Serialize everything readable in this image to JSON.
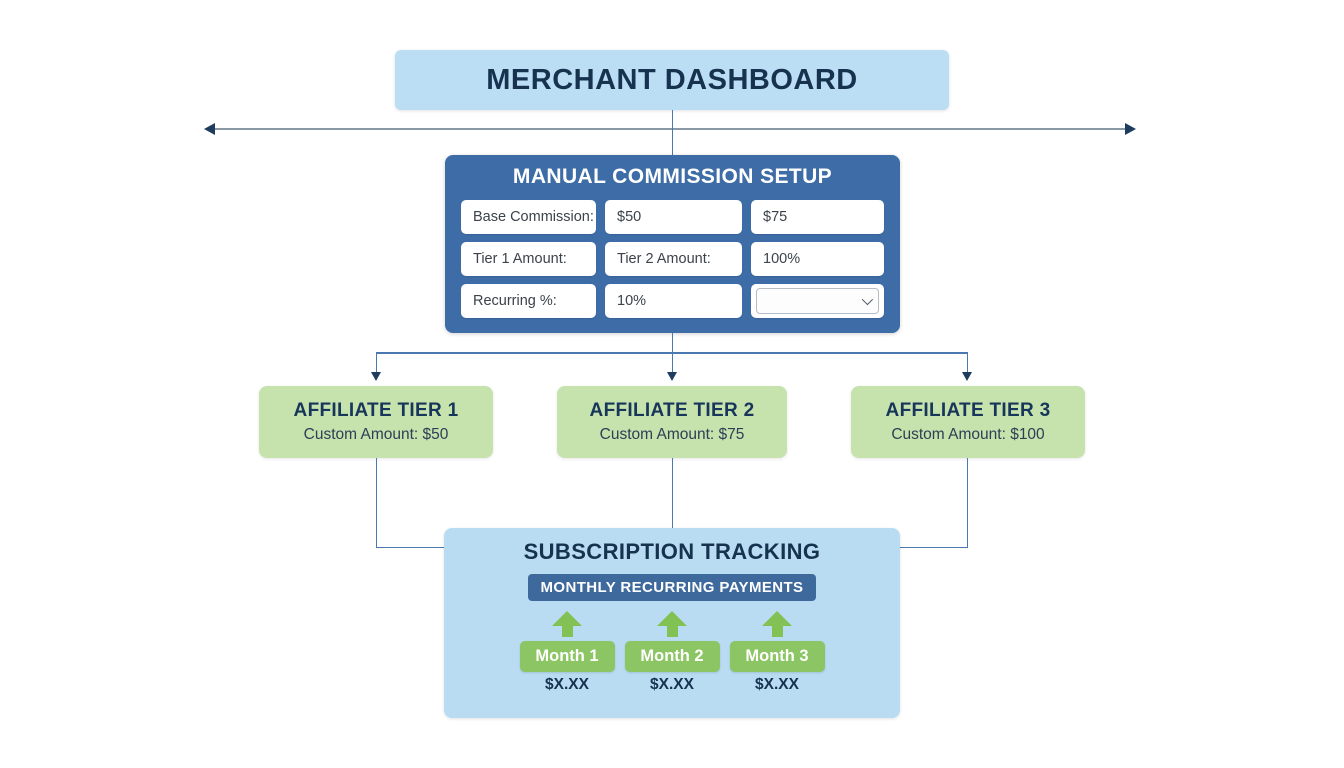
{
  "merchant_dashboard": {
    "title": "MERCHANT DASHBOARD"
  },
  "commission_setup": {
    "title": "MANUAL COMMISSION SETUP",
    "rows": [
      {
        "cells": [
          "Base Commission:",
          "$50",
          "$75"
        ]
      },
      {
        "cells": [
          "Tier 1 Amount:",
          "Tier 2 Amount:",
          "100%"
        ]
      },
      {
        "cells": [
          "Recurring %:",
          "10%"
        ]
      }
    ],
    "recurring_select": {
      "value": ""
    }
  },
  "tiers": [
    {
      "title": "AFFILIATE TIER 1",
      "subtitle": "Custom Amount: $50"
    },
    {
      "title": "AFFILIATE TIER 2",
      "subtitle": "Custom Amount: $75"
    },
    {
      "title": "AFFILIATE TIER 3",
      "subtitle": "Custom Amount: $100"
    }
  ],
  "subscription": {
    "title": "SUBSCRIPTION TRACKING",
    "badge": "MONTHLY RECURRING PAYMENTS",
    "months": [
      {
        "label": "Month 1",
        "amount": "$X.XX"
      },
      {
        "label": "Month 2",
        "amount": "$X.XX"
      },
      {
        "label": "Month 3",
        "amount": "$X.XX"
      }
    ]
  },
  "colors": {
    "light_blue_box": "#bcdef4",
    "subscription_box": "#b9dcf2",
    "dark_blue_box": "#3d6ca6",
    "badge_blue": "#3e699c",
    "tier_green": "#c6e2ad",
    "month_green": "#8cc563",
    "arrow_green": "#82c255",
    "navy_text": "#16324f",
    "connector_blue": "#4a79b2",
    "wide_arrow_gray": "#8a99a6"
  }
}
